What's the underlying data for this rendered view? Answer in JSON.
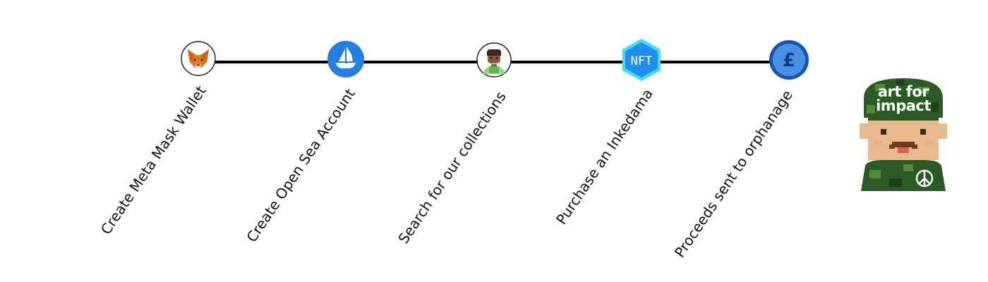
{
  "steps": [
    {
      "label": "Create Meta Mask Wallet",
      "icon": "metamask-fox-icon"
    },
    {
      "label": "Create Open Sea Account",
      "icon": "opensea-boat-icon"
    },
    {
      "label": "Search for our collections",
      "icon": "person-avatar-icon"
    },
    {
      "label": "Purchase an Inkedama",
      "icon": "nft-hexagon-icon",
      "badge": "NFT"
    },
    {
      "label": "Proceeds sent to orphanage",
      "icon": "pound-coin-icon",
      "badge": "£"
    }
  ],
  "logo": {
    "line1": "art for",
    "line2": "impact",
    "icon": "soldier-pixel-avatar-icon"
  },
  "colors": {
    "line": "#000000",
    "opensea": "#2081E2",
    "nft": "#1F8EED",
    "nft_ring": "#3CE0F0",
    "coin": "#4A90E2",
    "coin_ring": "#1456B8",
    "camo_dark": "#2C5A24",
    "camo_light": "#4F8C3A",
    "skin": "#E8B98A"
  }
}
